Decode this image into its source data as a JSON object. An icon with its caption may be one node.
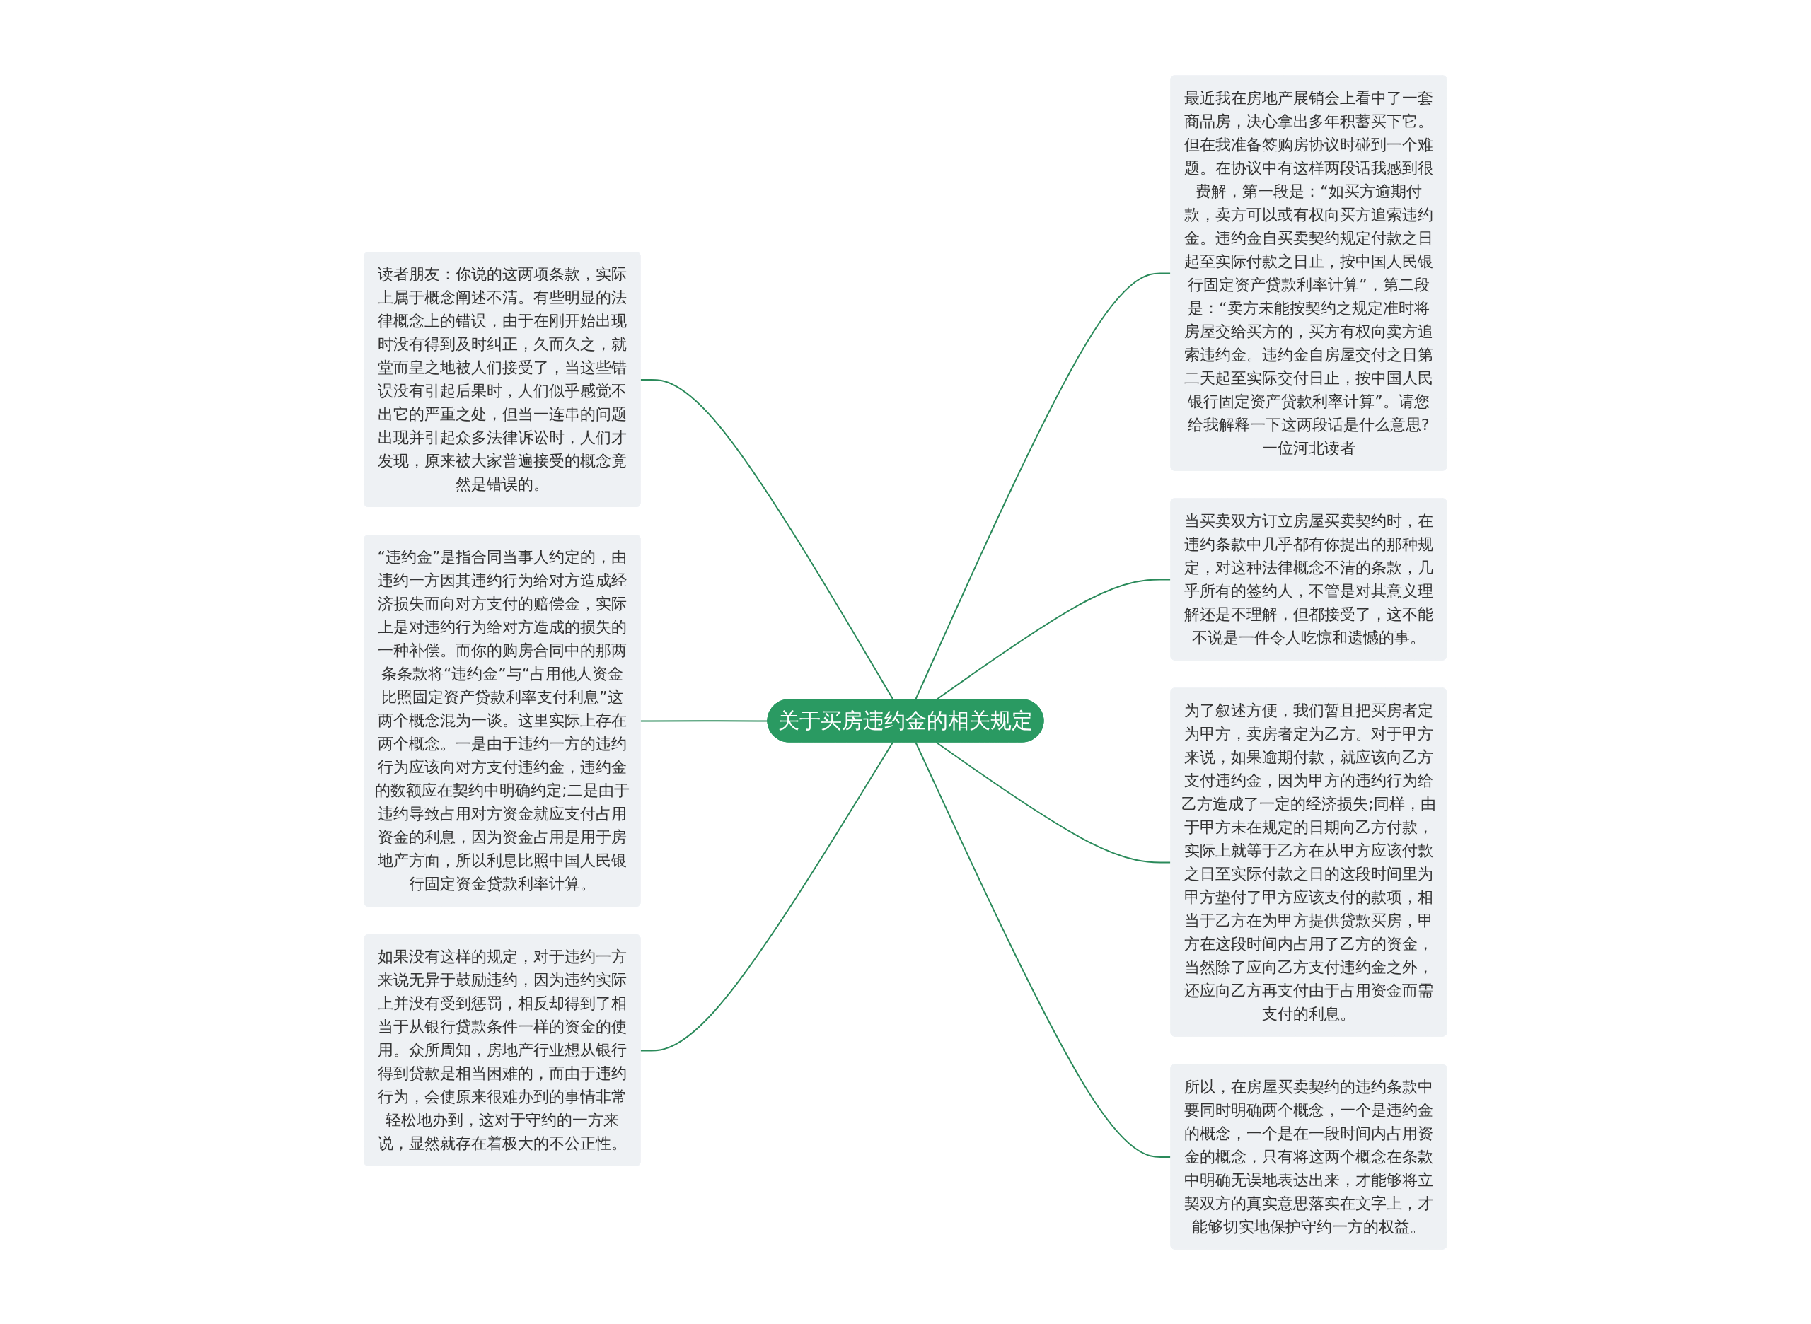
{
  "diagram": {
    "nodes": [
      {
        "text": [
          "关于买房违约金的相关规定"
        ]
      },
      {
        "text": [
          "读者朋友：你说的这两项条款，实际上属于概念阐述不清。有些明显的法律概念上的错误，由于在刚开始出现时没有得到及时纠正，久而久之，就堂而皇之地被人们接受了，当这些错误没有引起后果时，人们似乎感觉不出它的严重之处，但当一连串的问题出现并引起众多法律诉讼时，人们才发现，原来被大家普遍接受的概念竟然是错误的。"
        ]
      },
      {
        "text": [
          "“违约金”是指合同当事人约定的，由违约一方因其违约行为给对方造成经济损失而向对方支付的赔偿金，实际上是对违约行为给对方造成的损失的一种补偿。而你的购房合同中的那两条条款将“违约金”与“占用他人资金比照固定资产贷款利率支付利息”这两个概念混为一谈。这里实际上存在两个概念。一是由于违约一方的违约行为应该向对方支付违约金，违约金的数额应在契约中明确约定;二是由于违约导致占用对方资金就应支付占用资金的利息，因为资金占用是用于房地产方面，所以利息比照中国人民银行固定资金贷款利率计算。"
        ]
      },
      {
        "text": [
          "如果没有这样的规定，对于违约一方来说无异于鼓励违约，因为违约实际上并没有受到惩罚，相反却得到了相当于从银行贷款条件一样的资金的使用。众所周知，房地产行业想从银行得到贷款是相当困难的，而由于违约行为，会使原来很难办到的事情非常轻松地办到，这对于守约的一方来说，显然就存在着极大的不公正性。"
        ]
      },
      {
        "text": [
          "最近我在房地产展销会上看中了一套商品房，决心拿出多年积蓄买下它。但在我准备签购房协议时碰到一个难题。在协议中有这样两段话我感到很费解，第一段是：“如买方逾期付款，卖方可以或有权向买方追索违约金。违约金自买卖契约规定付款之日起至实际付款之日止，按中国人民银行固定资产贷款利率计算”，第二段是：“卖方未能按契约之规定准时将房屋交给买方的，买方有权向卖方追索违约金。违约金自房屋交付之日第二天起至实际交付日止，按中国人民银行固定资产贷款利率计算”。请您给我解释一下这两段话是什么意思?一位河北读者"
        ]
      },
      {
        "text": [
          "当买卖双方订立房屋买卖契约时，在违约条款中几乎都有你提出的那种规定，对这种法律概念不清的条款，几乎所有的签约人，不管是对其意义理解还是不理解，但都接受了，这不能不说是一件令人吃惊和遗憾的事。"
        ]
      },
      {
        "text": [
          "为了叙述方便，我们暂且把买房者定为甲方，卖房者定为乙方。对于甲方来说，如果逾期付款，就应该向乙方支付违约金，因为甲方的违约行为给乙方造成了一定的经济损失;同样，由于甲方未在规定的日期向乙方付款，实际上就等于乙方在从甲方应该付款之日至实际付款之日的这段时间里为甲方垫付了甲方应该支付的款项，相当于乙方在为甲方提供贷款买房，甲方在这段时间内占用了乙方的资金，当然除了应向乙方支付违约金之外，还应向乙方再支付由于占用资金而需支付的利息。"
        ]
      },
      {
        "text": [
          "所以，在房屋买卖契约的违约条款中要同时明确两个概念，一个是违约金的概念，一个是在一段时间内占用资金的概念，只有将这两个概念在条款中明确无误地表达出来，才能够将立契双方的真实意思落实在文字上，才能够切实地保护守约一方的权益。"
        ]
      }
    ],
    "edges": [
      {
        "from": 0,
        "to": 1,
        "arrow": "none"
      },
      {
        "from": 0,
        "to": 2,
        "arrow": "none"
      },
      {
        "from": 0,
        "to": 3,
        "arrow": "none"
      },
      {
        "from": 0,
        "to": 4,
        "arrow": "none"
      },
      {
        "from": 0,
        "to": 5,
        "arrow": "none"
      },
      {
        "from": 0,
        "to": 6,
        "arrow": "none"
      },
      {
        "from": 0,
        "to": 7,
        "arrow": "none"
      }
    ]
  }
}
